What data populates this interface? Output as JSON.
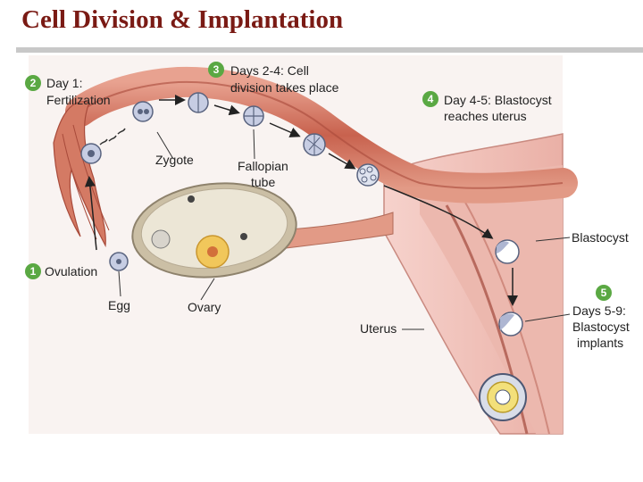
{
  "title": "Cell Division & Implantation",
  "colors": {
    "title": "#7a1a14",
    "badge": "#5aa843",
    "tube": "#d9806a",
    "uterus": "#f2c4bd",
    "ovary": "#d8cfb8"
  },
  "steps": [
    {
      "number": "1",
      "line1": "Ovulation",
      "line2": ""
    },
    {
      "number": "2",
      "line1": "Day 1:",
      "line2": "Fertilization"
    },
    {
      "number": "3",
      "line1": "Days 2-4: Cell",
      "line2": "division takes place"
    },
    {
      "number": "4",
      "line1": "Day 4-5: Blastocyst",
      "line2": "reaches uterus"
    },
    {
      "number": "5",
      "line1": "Days 5-9:",
      "line2": "Blastocyst",
      "line3": "implants"
    }
  ],
  "labels": {
    "zygote": "Zygote",
    "fallopian_line1": "Fallopian",
    "fallopian_line2": "tube",
    "egg": "Egg",
    "ovary": "Ovary",
    "uterus": "Uterus",
    "blastocyst": "Blastocyst"
  }
}
